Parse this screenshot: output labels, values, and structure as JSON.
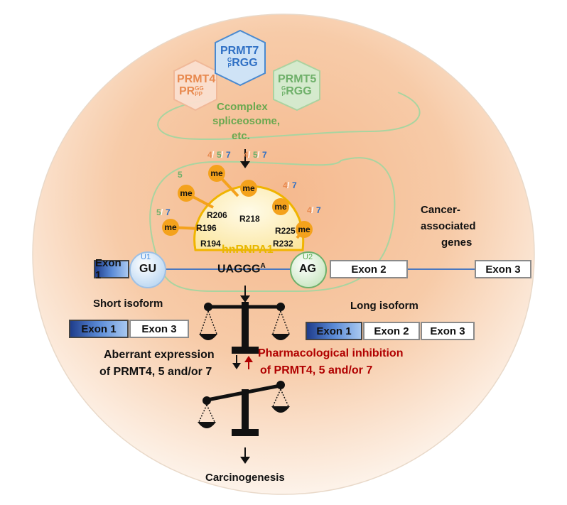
{
  "enzymes": {
    "prmt7": {
      "name": "PRMT7",
      "motif_main": "RGG",
      "motif_sub_g": "G",
      "motif_sub_p": "P"
    },
    "prmt4": {
      "name": "PRMT4",
      "motif_main": "PR",
      "motif_sup": "GG",
      "motif_sub": "PP"
    },
    "prmt5": {
      "name": "PRMT5",
      "motif_main": "RGG",
      "motif_sub_g": "G",
      "motif_sub_p": "P"
    }
  },
  "complex_text": [
    "Ccomplex",
    "spliceosome,",
    "etc."
  ],
  "methyl": {
    "me_label": "me",
    "sites": [
      {
        "label": "R196",
        "enzymes": [
          "5",
          "7"
        ]
      },
      {
        "label": "R206",
        "enzymes": [
          "5"
        ]
      },
      {
        "label": "R218",
        "enzymes": [
          "4",
          "5",
          "7"
        ]
      },
      {
        "label": "R225",
        "enzymes": [
          "4",
          "5",
          "7"
        ]
      },
      {
        "label": "R232",
        "enzymes": [
          "4",
          "7"
        ]
      },
      {
        "label": "R194",
        "enzymes": [
          "4",
          "7"
        ]
      }
    ],
    "extra_site_label": "R194"
  },
  "protein_name": "hnRNPA1",
  "sequence": "UAGGG",
  "sequence_tail": "A",
  "splice": {
    "u1": "U1",
    "u2": "U2",
    "gu": "GU",
    "ag": "AG"
  },
  "exons": {
    "exon1": "Exon 1",
    "exon2": "Exon 2",
    "exon3": "Exon 3"
  },
  "cancer_label": [
    "Cancer-",
    "associated",
    "genes"
  ],
  "isoforms": {
    "short": "Short isoform",
    "long": "Long isoform"
  },
  "aberrant": [
    "Aberrant expression",
    "of PRMT4, 5 and/or 7"
  ],
  "pharma": [
    "Pharmacological inhibition",
    "of PRMT4, 5 and/or 7"
  ],
  "outcome": "Carcinogenesis",
  "colors": {
    "prmt7": "#2e6fc4",
    "prmt4": "#e88a50",
    "prmt5": "#6fb06a",
    "complex_text": "#6aa84f",
    "me_fill": "#f4a21c",
    "protein_border": "#f0b400",
    "protein_name": "#e8b800",
    "pharma_red": "#b00000",
    "u1": "#4a90e2",
    "u2": "#5aaa50"
  }
}
